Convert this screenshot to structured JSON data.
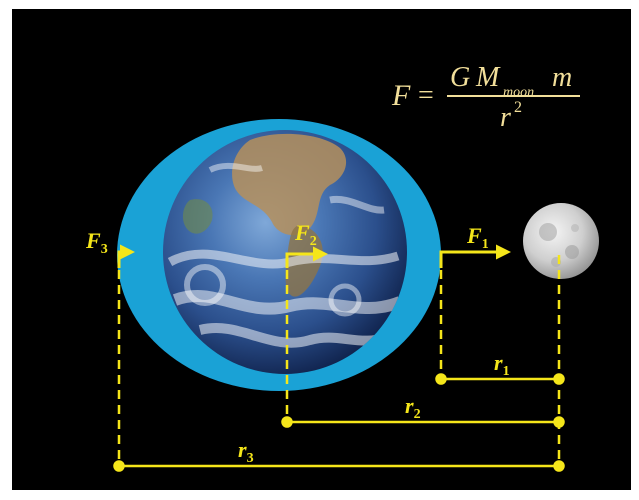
{
  "formula": {
    "lhs": "F",
    "equals": "=",
    "numerator_G": "G",
    "numerator_M": "M",
    "numerator_sub": "moon",
    "numerator_m": "m",
    "denominator_r": "r",
    "denominator_exp": "2"
  },
  "forces": [
    {
      "symbol": "F",
      "sub": "1"
    },
    {
      "symbol": "F",
      "sub": "2"
    },
    {
      "symbol": "F",
      "sub": "3"
    }
  ],
  "distances": [
    {
      "symbol": "r",
      "sub": "1"
    },
    {
      "symbol": "r",
      "sub": "2"
    },
    {
      "symbol": "r",
      "sub": "3"
    }
  ],
  "colors": {
    "background": "#000000",
    "frame": "#ffffff",
    "ocean_bulge": "#1aa2d6",
    "annotation": "#f5e61a",
    "formula_text": "#f2df9a"
  }
}
